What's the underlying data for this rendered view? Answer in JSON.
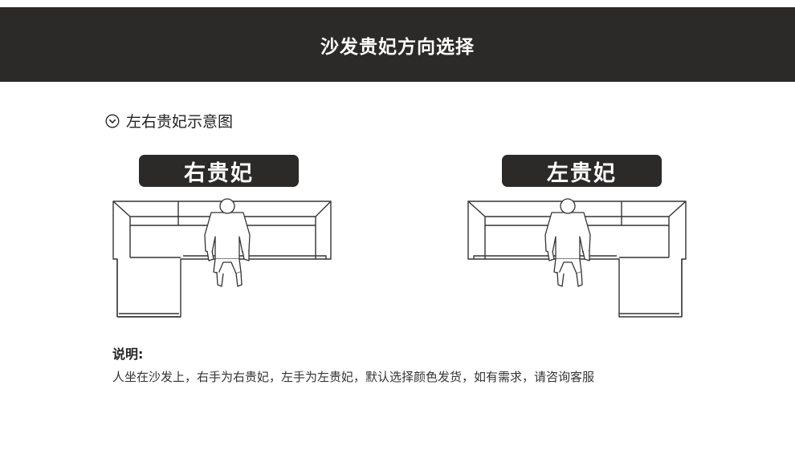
{
  "header": {
    "title": "沙发贵妃方向选择"
  },
  "section": {
    "title": "左右贵妃示意图",
    "icon": "circle-chevron-down-icon"
  },
  "diagrams": [
    {
      "label": "右贵妃"
    },
    {
      "label": "左贵妃"
    }
  ],
  "description": {
    "title": "说明:",
    "text": "人坐在沙发上，右手为右贵妃，左手为左贵妃，默认选择颜色发货，如有需求，请咨询客服"
  },
  "colors": {
    "dark": "#2b2a29",
    "background": "#ffffff"
  }
}
